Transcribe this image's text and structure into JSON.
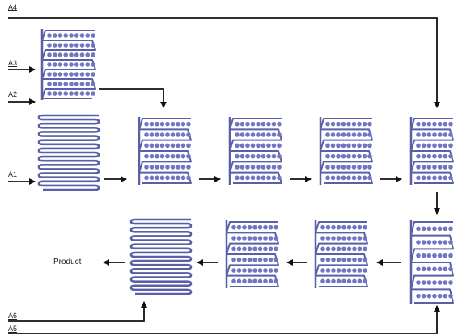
{
  "colors": {
    "coil": "#5b5fa8",
    "bead": "#7276c2",
    "arrow": "#111111",
    "text": "#222222"
  },
  "labels": {
    "a1": "A1",
    "a2": "A2",
    "a3": "A3",
    "a4": "A4",
    "a5": "A5",
    "a6": "A6",
    "product": "Product"
  },
  "reactors": [
    {
      "name": "premixer-a2-a3",
      "type": "beaded"
    },
    {
      "name": "coil-a1",
      "type": "plain"
    },
    {
      "name": "reactor-row1-1",
      "type": "beaded"
    },
    {
      "name": "reactor-row1-2",
      "type": "beaded"
    },
    {
      "name": "reactor-row1-3",
      "type": "beaded"
    },
    {
      "name": "reactor-row1-4",
      "type": "beaded"
    },
    {
      "name": "reactor-row2-4",
      "type": "beaded"
    },
    {
      "name": "reactor-row2-3",
      "type": "beaded"
    },
    {
      "name": "reactor-row2-2",
      "type": "beaded"
    },
    {
      "name": "coil-final",
      "type": "plain"
    }
  ]
}
